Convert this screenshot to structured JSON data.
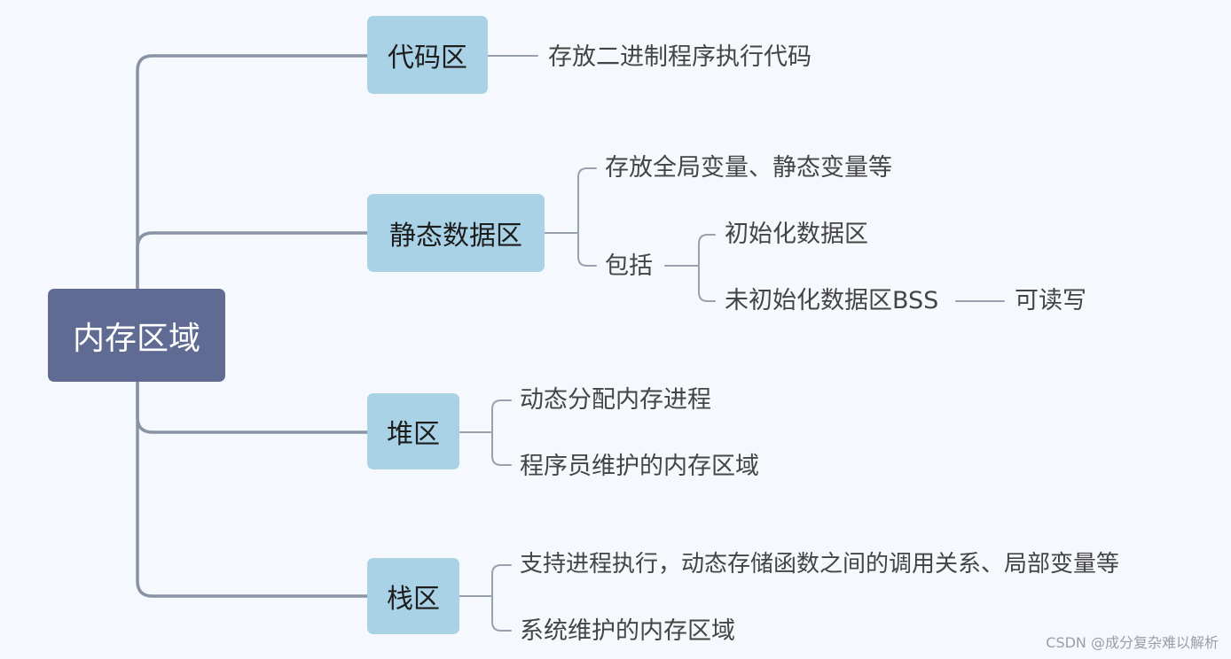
{
  "root": {
    "label": "内存区域"
  },
  "branches": {
    "code": {
      "label": "代码区",
      "items": [
        "存放二进制程序执行代码"
      ]
    },
    "static": {
      "label": "静态数据区",
      "items": [
        "存放全局变量、静态变量等"
      ],
      "include": {
        "label": "包括",
        "items": [
          "初始化数据区",
          "未初始化数据区BSS"
        ],
        "bss_note": "可读写"
      }
    },
    "heap": {
      "label": "堆区",
      "items": [
        "动态分配内存进程",
        "程序员维护的内存区域"
      ]
    },
    "stack": {
      "label": "栈区",
      "items": [
        "支持进程执行，动态存储函数之间的调用关系、局部变量等",
        "系统维护的内存区域"
      ]
    }
  },
  "watermark": "CSDN @成分复杂难以解析",
  "colors": {
    "background": "#f5f8fc",
    "root_fill": "#5f6b93",
    "branch_fill": "#a9d2e6",
    "main_connector": "#8a93a5",
    "sub_connector": "#9aa1ae"
  }
}
